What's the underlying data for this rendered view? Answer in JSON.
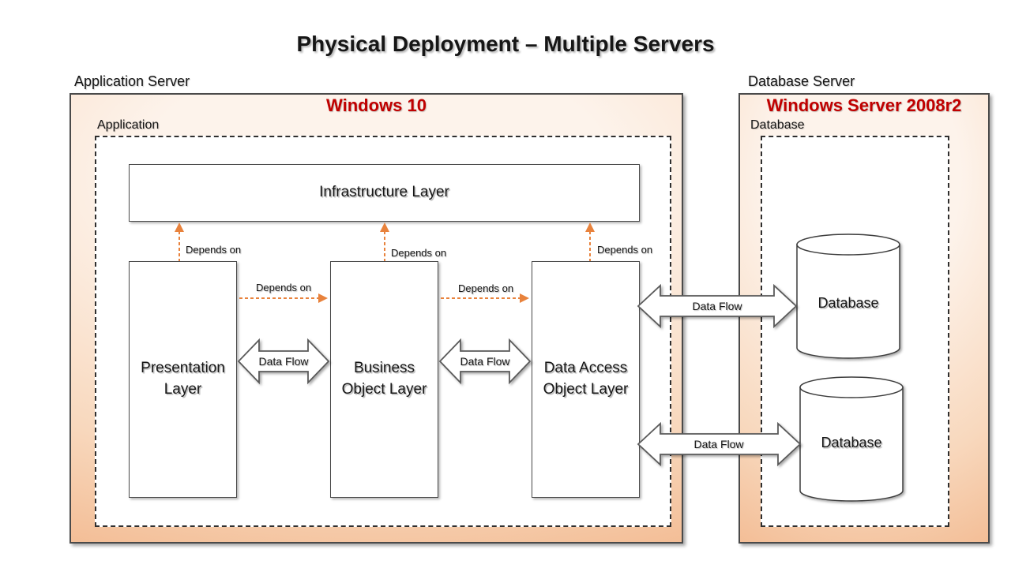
{
  "title": "Physical Deployment – Multiple Servers",
  "colors": {
    "accent_red": "#C00000",
    "arrow_orange": "#E8823C",
    "panel_edge": "#F2B88E",
    "panel_center": "#FDF3EB"
  },
  "application_server": {
    "label": "Application Server",
    "os_title": "Windows 10",
    "group_label": "Application",
    "infrastructure_layer_label": "Infrastructure Layer",
    "layers": [
      {
        "label": "Presentation Layer"
      },
      {
        "label": "Business Object Layer"
      },
      {
        "label": "Data Access Object Layer"
      }
    ]
  },
  "database_server": {
    "label": "Database Server",
    "os_title": "Windows Server 2008r2",
    "group_label": "Database",
    "databases": [
      {
        "label": "Database"
      },
      {
        "label": "Database"
      }
    ]
  },
  "connectors": {
    "depends_on": [
      "Depends on",
      "Depends on",
      "Depends on",
      "Depends on",
      "Depends on"
    ],
    "data_flow": [
      "Data Flow",
      "Data Flow",
      "Data Flow",
      "Data Flow"
    ]
  }
}
